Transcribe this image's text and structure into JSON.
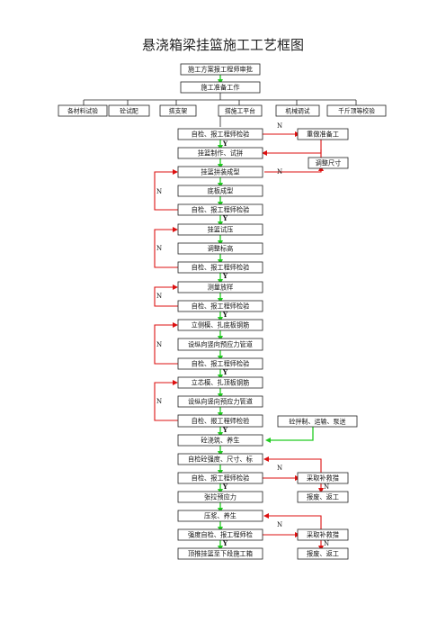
{
  "title": "悬浇箱梁挂篮施工工艺框图",
  "nodes": {
    "plan_approval": "施工方案报工程师审批",
    "prep_work": "施工准备工作",
    "material_test": "各材料试验",
    "concrete_mix": "砼试配",
    "support_frame": "搭支架",
    "platform": "搭施工平台",
    "machine_debug": "机械调试",
    "jack_calibration": "千斤顶等校验",
    "inspect_1": "自检、报工程师检验",
    "reprep": "重做准备工",
    "cradle_make": "挂篮制作、试拼",
    "adjust_size": "调整尺寸",
    "cradle_assemble": "挂篮拼装成型",
    "bottom_form": "底板成型",
    "inspect_2": "自检、报工程师检验",
    "cradle_preload": "挂篮试压",
    "adjust_elev": "调整标高",
    "inspect_3": "自检、报工程师检验",
    "measure_setout": "测量放样",
    "inspect_4": "自检、报工程师检验",
    "side_form": "立侧模、扎底板钢筋",
    "ducts_1": "设纵向竖向预应力管道",
    "inspect_5": "自检、报工程师检验",
    "core_form": "立芯模、扎顶板钢筋",
    "ducts_2": "设纵向竖向预应力管道",
    "inspect_6": "自检、报工程师检验",
    "concrete_supply": "砼拌制、运输、泵送",
    "pour_cure": "砼浇筑、养生",
    "self_check_strength": "自检砼强度、尺寸、标",
    "inspect_7": "自检、报工程师检验",
    "remedy_1": "采取补救措",
    "tension": "张拉预应力",
    "scrap_1": "报废、返工",
    "grout_cure": "压浆、养生",
    "strength_check": "强度自检、报工程师检",
    "remedy_2": "采取补救措",
    "move_cradle": "顶推挂篮至下段施工箱",
    "scrap_2": "报废、返工"
  },
  "labels": {
    "yes": "Y",
    "no": "N"
  },
  "colors": {
    "line": "#222222",
    "pass": "#22cc22",
    "fail": "#dd1111"
  }
}
